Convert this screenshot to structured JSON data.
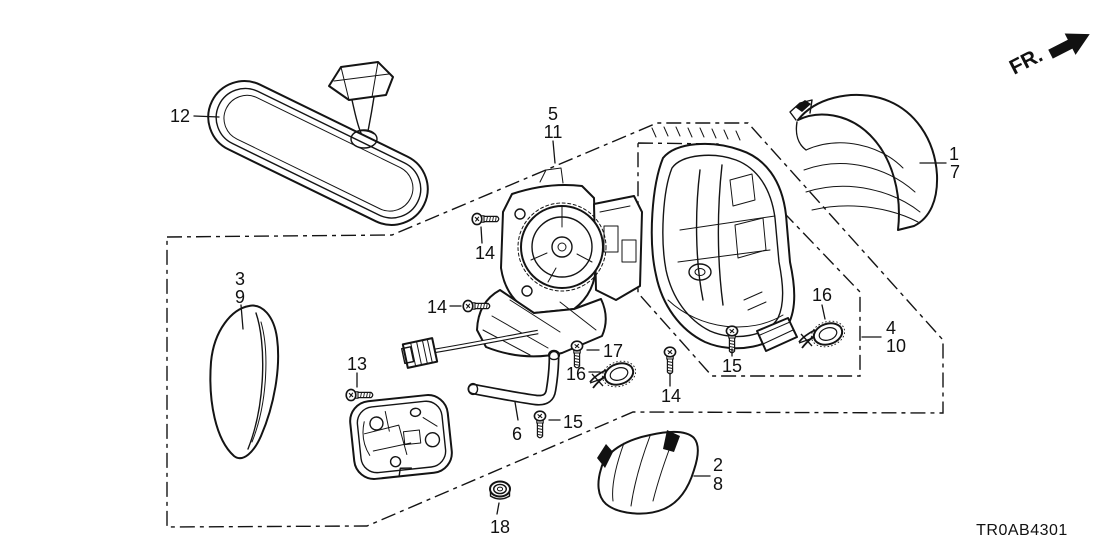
{
  "labels": {
    "n1": "1",
    "n2": "2",
    "n3": "3",
    "n4": "4",
    "n5": "5",
    "n6": "6",
    "n7": "7",
    "n8": "8",
    "n9": "9",
    "n10": "10",
    "n11": "11",
    "n12": "12",
    "n13": "13",
    "n14": "14",
    "n15": "15",
    "n16": "16",
    "n17": "17",
    "n18": "18"
  },
  "annotations": {
    "front_direction": "FR.",
    "diagram_code": "TR0AB4301"
  }
}
